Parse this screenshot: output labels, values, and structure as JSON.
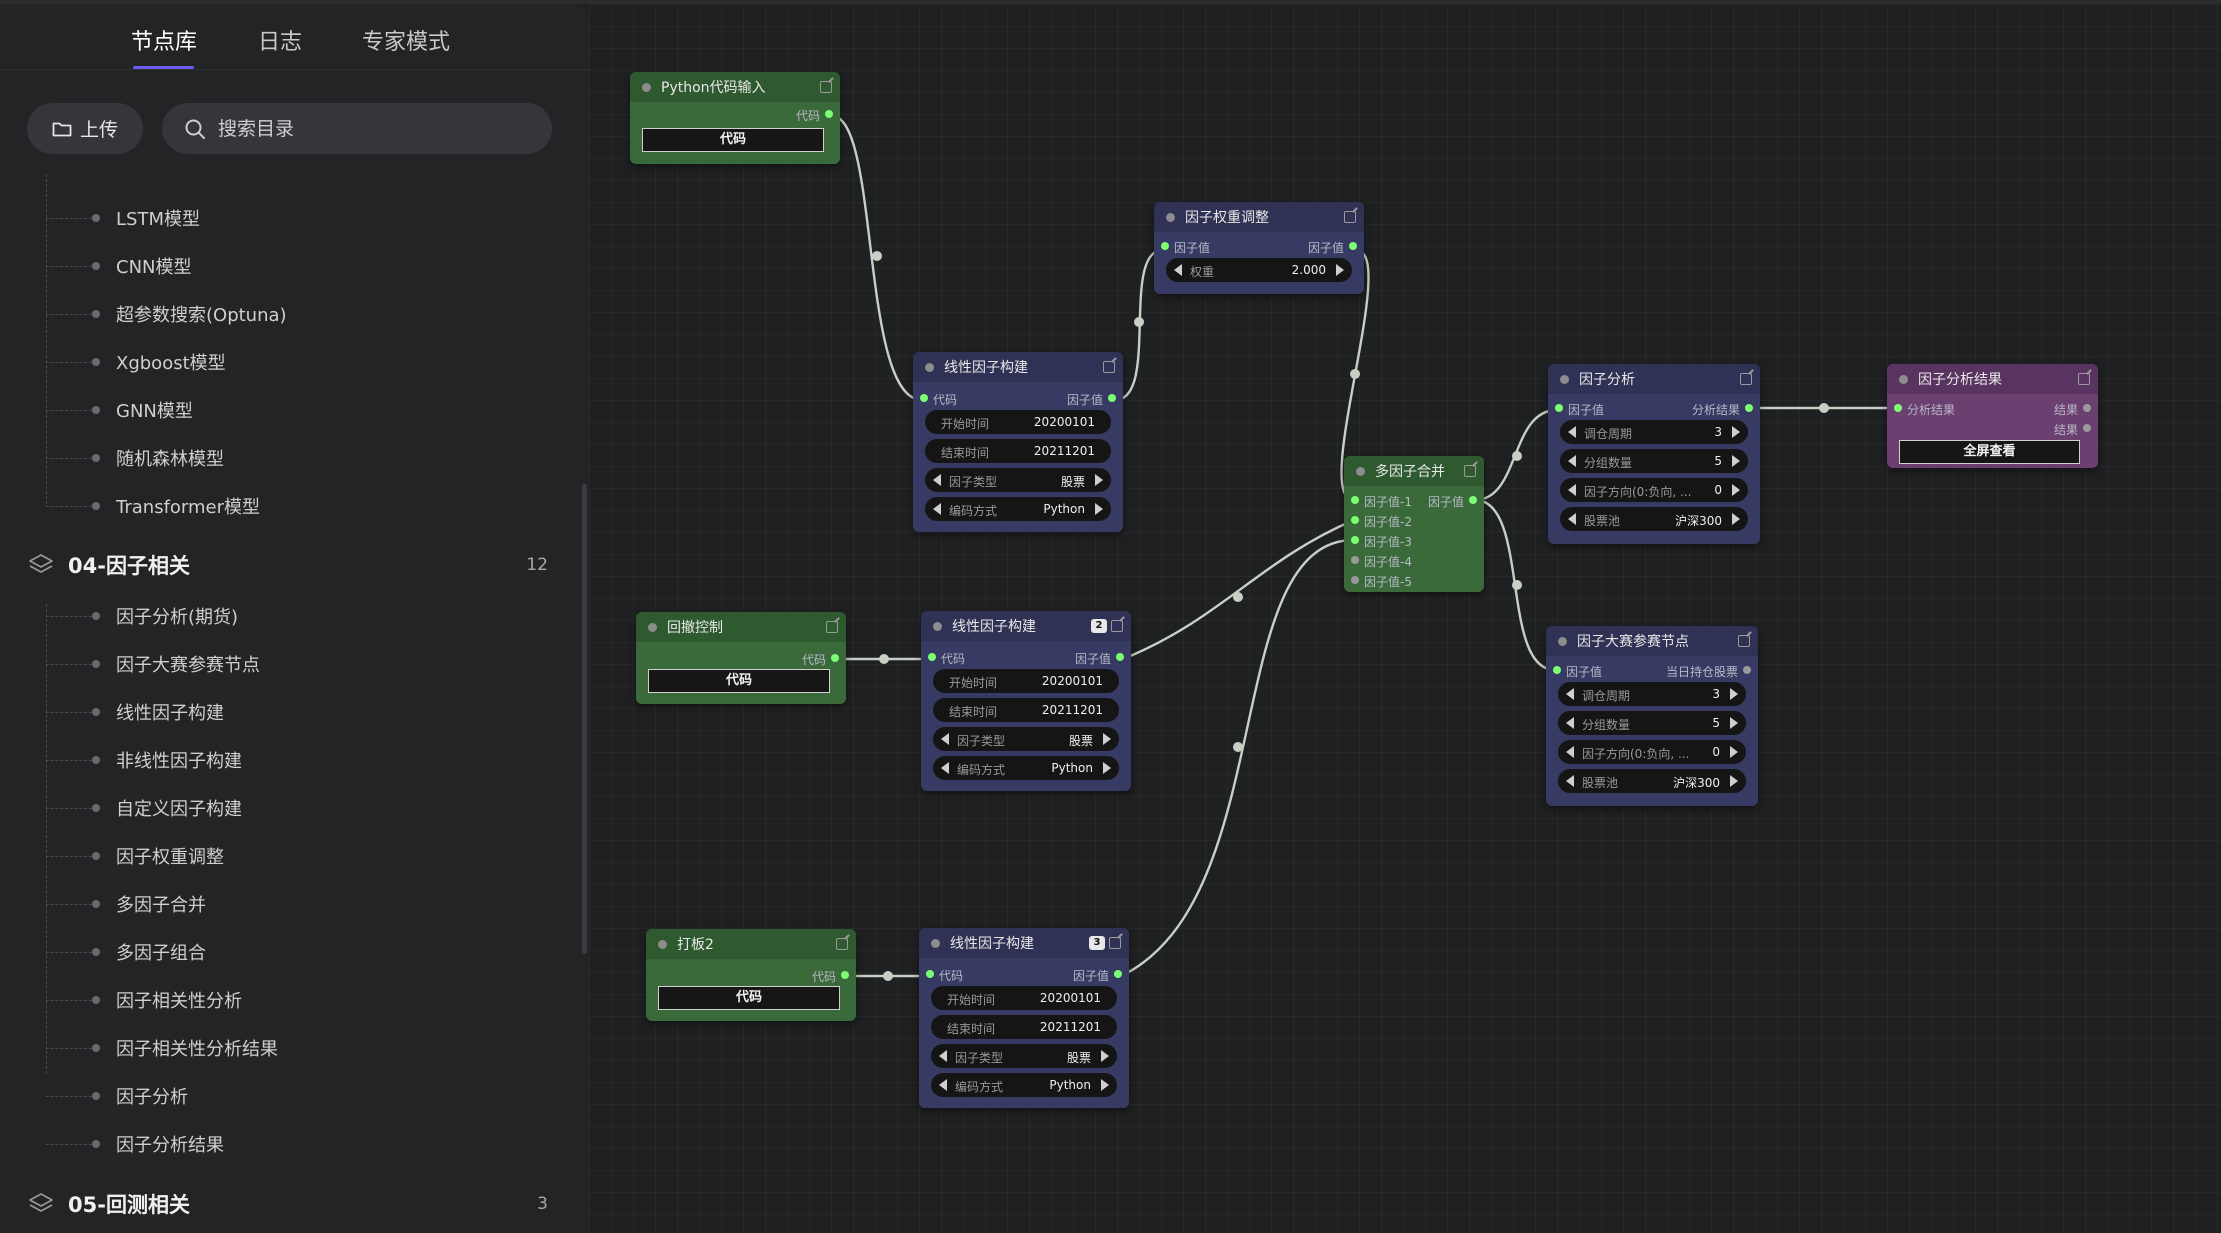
{
  "tabs": [
    {
      "label": "节点库"
    },
    {
      "label": "日志"
    },
    {
      "label": "专家模式"
    }
  ],
  "toolbar": {
    "upload_label": "上传",
    "search_placeholder": "搜索目录"
  },
  "tree": {
    "pre_items": [
      "LSTM模型",
      "CNN模型",
      "超参数搜索(Optuna)",
      "Xgboost模型",
      "GNN模型",
      "随机森林模型",
      "Transformer模型"
    ],
    "group04": {
      "title": "04-因子相关",
      "count": "12"
    },
    "group04_items": [
      "因子分析(期货)",
      "因子大赛参赛节点",
      "线性因子构建",
      "非线性因子构建",
      "自定义因子构建",
      "因子权重调整",
      "多因子合并",
      "多因子组合",
      "因子相关性分析",
      "因子相关性分析结果",
      "因子分析",
      "因子分析结果"
    ],
    "group05": {
      "title": "05-回测相关",
      "count": "3"
    }
  },
  "nodes": {
    "python_input": {
      "title": "Python代码输入",
      "out": "代码",
      "code": "代码"
    },
    "weight_adjust": {
      "title": "因子权重调整",
      "in": "因子值",
      "out": "因子值",
      "w_label": "权重",
      "w_value": "2.000"
    },
    "linear1": {
      "title": "线性因子构建",
      "in": "代码",
      "out": "因子值",
      "start_label": "开始时间",
      "start_value": "20200101",
      "end_label": "结束时间",
      "end_value": "20211201",
      "type_label": "因子类型",
      "type_value": "股票",
      "enc_label": "编码方式",
      "enc_value": "Python"
    },
    "linear2": {
      "title": "线性因子构建",
      "badge": "2",
      "in": "代码",
      "out": "因子值",
      "start_label": "开始时间",
      "start_value": "20200101",
      "end_label": "结束时间",
      "end_value": "20211201",
      "type_label": "因子类型",
      "type_value": "股票",
      "enc_label": "编码方式",
      "enc_value": "Python"
    },
    "linear3": {
      "title": "线性因子构建",
      "badge": "3",
      "in": "代码",
      "out": "因子值",
      "start_label": "开始时间",
      "start_value": "20200101",
      "end_label": "结束时间",
      "end_value": "20211201",
      "type_label": "因子类型",
      "type_value": "股票",
      "enc_label": "编码方式",
      "enc_value": "Python"
    },
    "rollback": {
      "title": "回撤控制",
      "out": "代码",
      "code": "代码"
    },
    "board2": {
      "title": "打板2",
      "out": "代码",
      "code": "代码"
    },
    "merge": {
      "title": "多因子合并",
      "out": "因子值",
      "inputs": [
        "因子值-1",
        "因子值-2",
        "因子值-3",
        "因子值-4",
        "因子值-5"
      ]
    },
    "analysis": {
      "title": "因子分析",
      "in": "因子值",
      "out": "分析结果",
      "p1_label": "调仓周期",
      "p1_value": "3",
      "p2_label": "分组数量",
      "p2_value": "5",
      "p3_label": "因子方向(0:负向, ...",
      "p3_value": "0",
      "p4_label": "股票池",
      "p4_value": "沪深300"
    },
    "contest": {
      "title": "因子大赛参赛节点",
      "in": "因子值",
      "out": "当日持仓股票",
      "p1_label": "调仓周期",
      "p1_value": "3",
      "p2_label": "分组数量",
      "p2_value": "5",
      "p3_label": "因子方向(0:负向, ...",
      "p3_value": "0",
      "p4_label": "股票池",
      "p4_value": "沪深300"
    },
    "result": {
      "title": "因子分析结果",
      "in": "分析结果",
      "out1": "结果",
      "out2": "结果",
      "button": "全屏查看"
    }
  },
  "colors": {
    "accent": "#6a5cf0",
    "pin_active": "#7cff73",
    "node_blue": "#373a62",
    "node_green": "#3a6a3a",
    "node_purple": "#6b3f70",
    "wire": "#c8cfc4"
  }
}
